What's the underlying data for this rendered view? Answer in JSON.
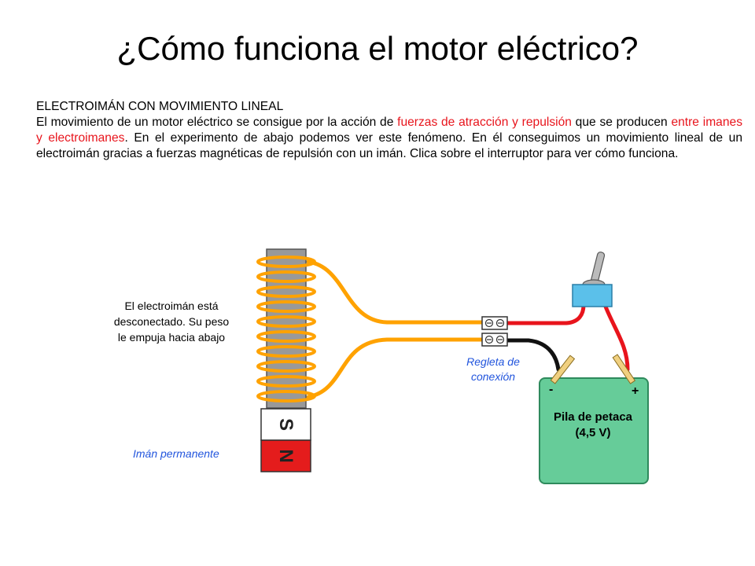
{
  "title": "¿Cómo funciona el motor eléctrico?",
  "description": {
    "heading": "ELECTROIMÁN CON MOVIMIENTO LINEAL",
    "p1": "El movimiento de un motor eléctrico se consigue por la acción de ",
    "h1": "fuerzas de atracción y repulsión",
    "p2": " que se producen ",
    "h2": "entre imanes y electroimanes",
    "p3": ". En el experimento de abajo podemos ver este fenómeno. En él conseguimos un movimiento lineal de un electroimán gracias a fuerzas magnéticas de repulsión con un imán. Clica sobre el interruptor para ver cómo funciona."
  },
  "diagram": {
    "status_lines": [
      "El electroimán está",
      "desconectado. Su peso",
      "le empuja hacia abajo"
    ],
    "magnet_label": "Imán permanente",
    "magnet_s": "S",
    "magnet_n": "N",
    "regleta_lines": [
      "Regleta de",
      "conexión"
    ],
    "battery_lines": [
      "Pila de petaca",
      "(4,5 V)"
    ],
    "battery_minus": "-",
    "battery_plus": "+"
  },
  "colors": {
    "coil": "#ffa200",
    "core": "#999999",
    "wire_red": "#e8141c",
    "wire_black": "#111111",
    "switch_blue": "#5bc0ea",
    "battery_green": "#66cc99",
    "label_blue": "#2255dd"
  }
}
